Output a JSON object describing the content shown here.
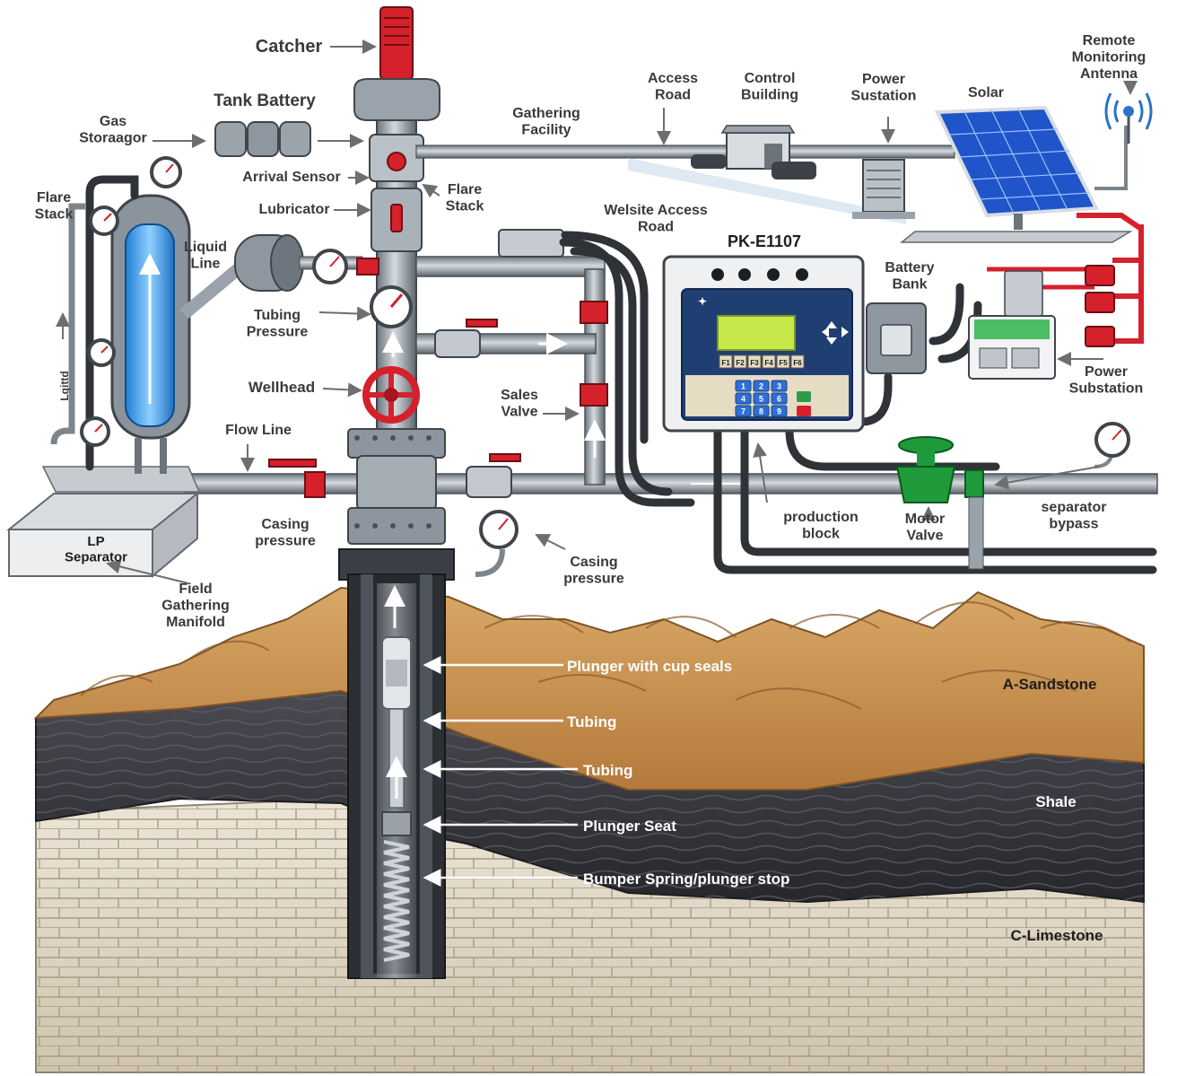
{
  "labels": {
    "catcher": "Catcher",
    "tank_battery": "Tank Battery",
    "gas_storage": "Gas\nStoraagor",
    "arrival_sensor": "Arrival Sensor",
    "lubricator": "Lubricator",
    "flare_stack_left": "Flare\nStack",
    "flare_stack_right": "Flare\nStack",
    "liquid_line": "Liquid\nLine",
    "tubing_pressure": "Tubing\nPressure",
    "wellhead": "Wellhead",
    "flow_line": "Flow Line",
    "sales_valve": "Sales\nValve",
    "casing_pressure_left": "Casing\npressure",
    "casing_pressure_right": "Casing\npressure",
    "lp_separator": "LP\nSeparator",
    "field_gathering_manifold": "Field\nGathering\nManifold",
    "gathering_facility": "Gathering\nFacility",
    "access_road": "Access\nRoad",
    "control_building": "Control\nBuilding",
    "power_sustation": "Power\nSustation",
    "solar": "Solar",
    "remote_antenna": "Remote\nMonitoring\nAntenna",
    "wellsite_access_road": "Welsite Access\nRoad",
    "controller_model": "PK-E1107",
    "battery_bank": "Battery\nBank",
    "power_substation": "Power\nSubstation",
    "production_block": "production\nblock",
    "motor_valve": "Motor\nValve",
    "separator_bypass": "separator\nbypass",
    "plunger_cup_seals": "Plunger with cup seals",
    "tubing_1": "Tubing",
    "tubing_2": "Tubing",
    "plunger_seat": "Plunger Seat",
    "bumper_spring": "Bumper Spring/plunger stop",
    "a_sandstone": "A-Sandstone",
    "shale": "Shale",
    "c_limestone": "C-Limestone",
    "vertical_side_label": "Lqittd"
  },
  "controller": {
    "function_keys": [
      "F1",
      "F2",
      "F3",
      "F4",
      "F5",
      "F6"
    ],
    "keypad": [
      "1",
      "2",
      "3",
      "4",
      "5",
      "6",
      "7",
      "8",
      "9"
    ]
  },
  "colors": {
    "sandstone": "#c98f4e",
    "shale": "#3c3d42",
    "limestone": "#ddd3c2",
    "valve_red": "#d4212b",
    "motor_valve_green": "#1e9a3a",
    "controller_panel": "#1f3f73",
    "controller_screen": "#c7e84a",
    "solar_panel": "#1f55c8"
  },
  "icons": {
    "antenna": "antenna-icon",
    "solar_panel": "solar-panel-icon",
    "gauge": "gauge-icon",
    "valve_handle": "valve-wheel-icon"
  }
}
